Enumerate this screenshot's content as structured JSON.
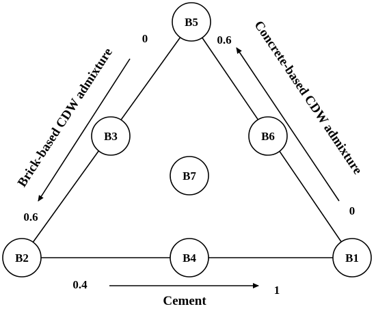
{
  "nodes": {
    "B1": "B1",
    "B2": "B2",
    "B3": "B3",
    "B4": "B4",
    "B5": "B5",
    "B6": "B6",
    "B7": "B7"
  },
  "axes": {
    "brick": {
      "title": "Brick-based CDW admixture",
      "start": "0",
      "end": "0.6"
    },
    "concrete": {
      "title": "Concrete-based CDW admixture",
      "start": "0",
      "end": "0.6"
    },
    "cement": {
      "title": "Cement",
      "start": "0.4",
      "end": "1"
    }
  }
}
